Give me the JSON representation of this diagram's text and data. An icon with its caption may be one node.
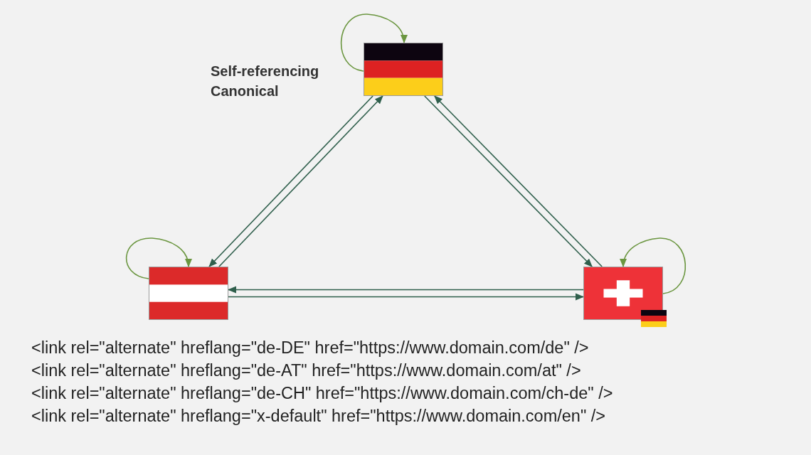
{
  "diagram": {
    "nodes": [
      {
        "text": [],
        "shape": "flag",
        "beside": [
          "Self-referencing Canonical"
        ]
      },
      {
        "text": [],
        "shape": "flag"
      },
      {
        "text": [],
        "shape": "flag"
      }
    ],
    "edges": [
      {
        "from": 0,
        "to": 0,
        "arrow": "to",
        "color": "#6b9640"
      },
      {
        "from": 1,
        "to": 0,
        "arrow": "to"
      },
      {
        "from": 0,
        "to": 1,
        "arrow": "to"
      },
      {
        "from": 0,
        "to": 2,
        "arrow": "to"
      },
      {
        "from": 2,
        "to": 0,
        "arrow": "to"
      },
      {
        "from": 1,
        "to": 2,
        "arrow": "to"
      },
      {
        "from": 2,
        "to": 1,
        "arrow": "to"
      },
      {
        "from": 1,
        "to": 1,
        "arrow": "to",
        "color": "#6b9640"
      },
      {
        "from": 2,
        "to": 2,
        "arrow": "to",
        "color": "#6b9640"
      }
    ],
    "labels": [
      "<link rel=\"alternate\" hreflang=\"de-DE\" href=\"https://www.domain.com/de\" />",
      "<link rel=\"alternate\" hreflang=\"de-AT\" href=\"https://www.domain.com/at\" />",
      "<link rel=\"alternate\" hreflang=\"de-CH\" href=\"https://www.domain.com/ch-de\" />",
      "<link rel=\"alternate\" hreflang=\"x-default\" href=\"https://www.domain.com/en\" />"
    ]
  }
}
